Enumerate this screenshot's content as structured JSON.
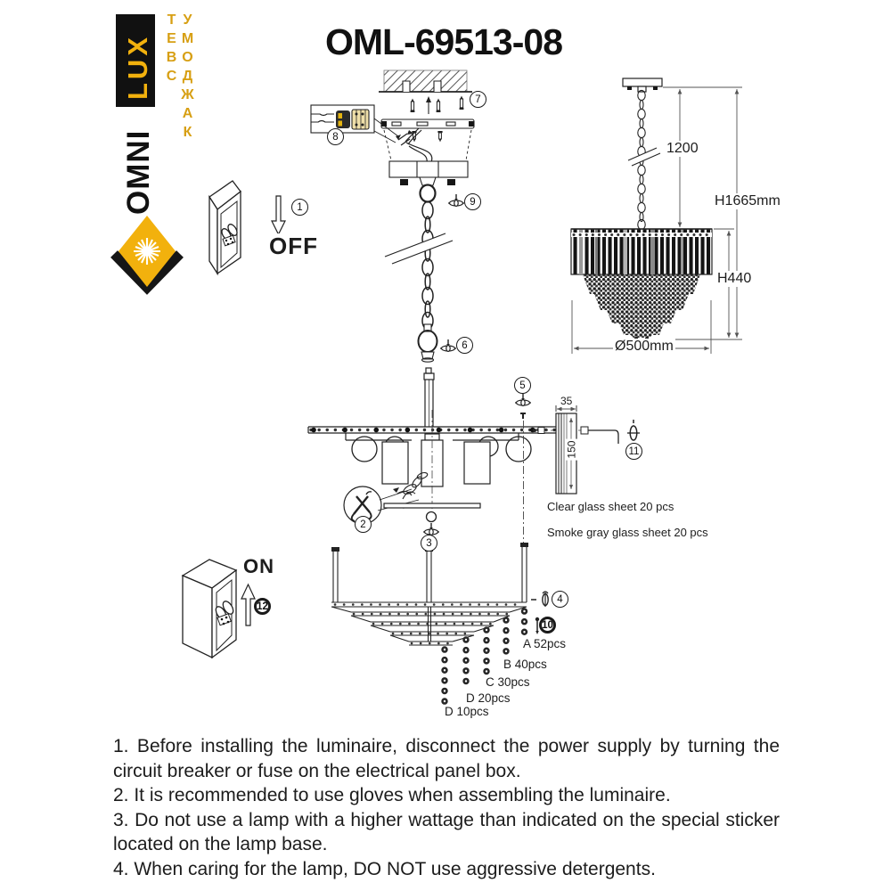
{
  "brand": {
    "line1": "OMNI",
    "line2": "LUX",
    "tagline": "СВЕТ КАЖДОМУ",
    "accent_color": "#f2b10d"
  },
  "title": "OML-69513-08",
  "panel_off": {
    "label": "OFF"
  },
  "panel_on": {
    "label": "ON"
  },
  "dims": {
    "chain": "1200",
    "total": "H1665mm",
    "body": "H440",
    "diameter": "Ø500mm",
    "sheet_w": "35",
    "sheet_h": "150"
  },
  "glass": {
    "clear": "Clear glass sheet 20 pcs",
    "smoke": "Smoke gray glass sheet 20 pcs"
  },
  "beads": [
    {
      "label": "A 52pcs"
    },
    {
      "label": "B 40pcs"
    },
    {
      "label": "C 30pcs"
    },
    {
      "label": "D 20pcs"
    },
    {
      "label": "D 10pcs"
    }
  ],
  "callouts": {
    "c1": "1",
    "c2": "2",
    "c3": "3",
    "c4": "4",
    "c5": "5",
    "c6": "6",
    "c7": "7",
    "c8": "8",
    "c9": "9",
    "c10": "10",
    "c11": "11",
    "c12": "12"
  },
  "instructions": [
    {
      "text": "1. Before installing the luminaire, disconnect the power supply by turning the circuit breaker or fuse on the electrical panel box."
    },
    {
      "text": "2. It is recommended to use gloves when assembling the luminaire."
    },
    {
      "text": "3. Do not use a lamp with a higher wattage than indicated on the special sticker located on the lamp base."
    },
    {
      "text": "4. When caring for the lamp, DO NOT use aggressive detergents."
    }
  ]
}
